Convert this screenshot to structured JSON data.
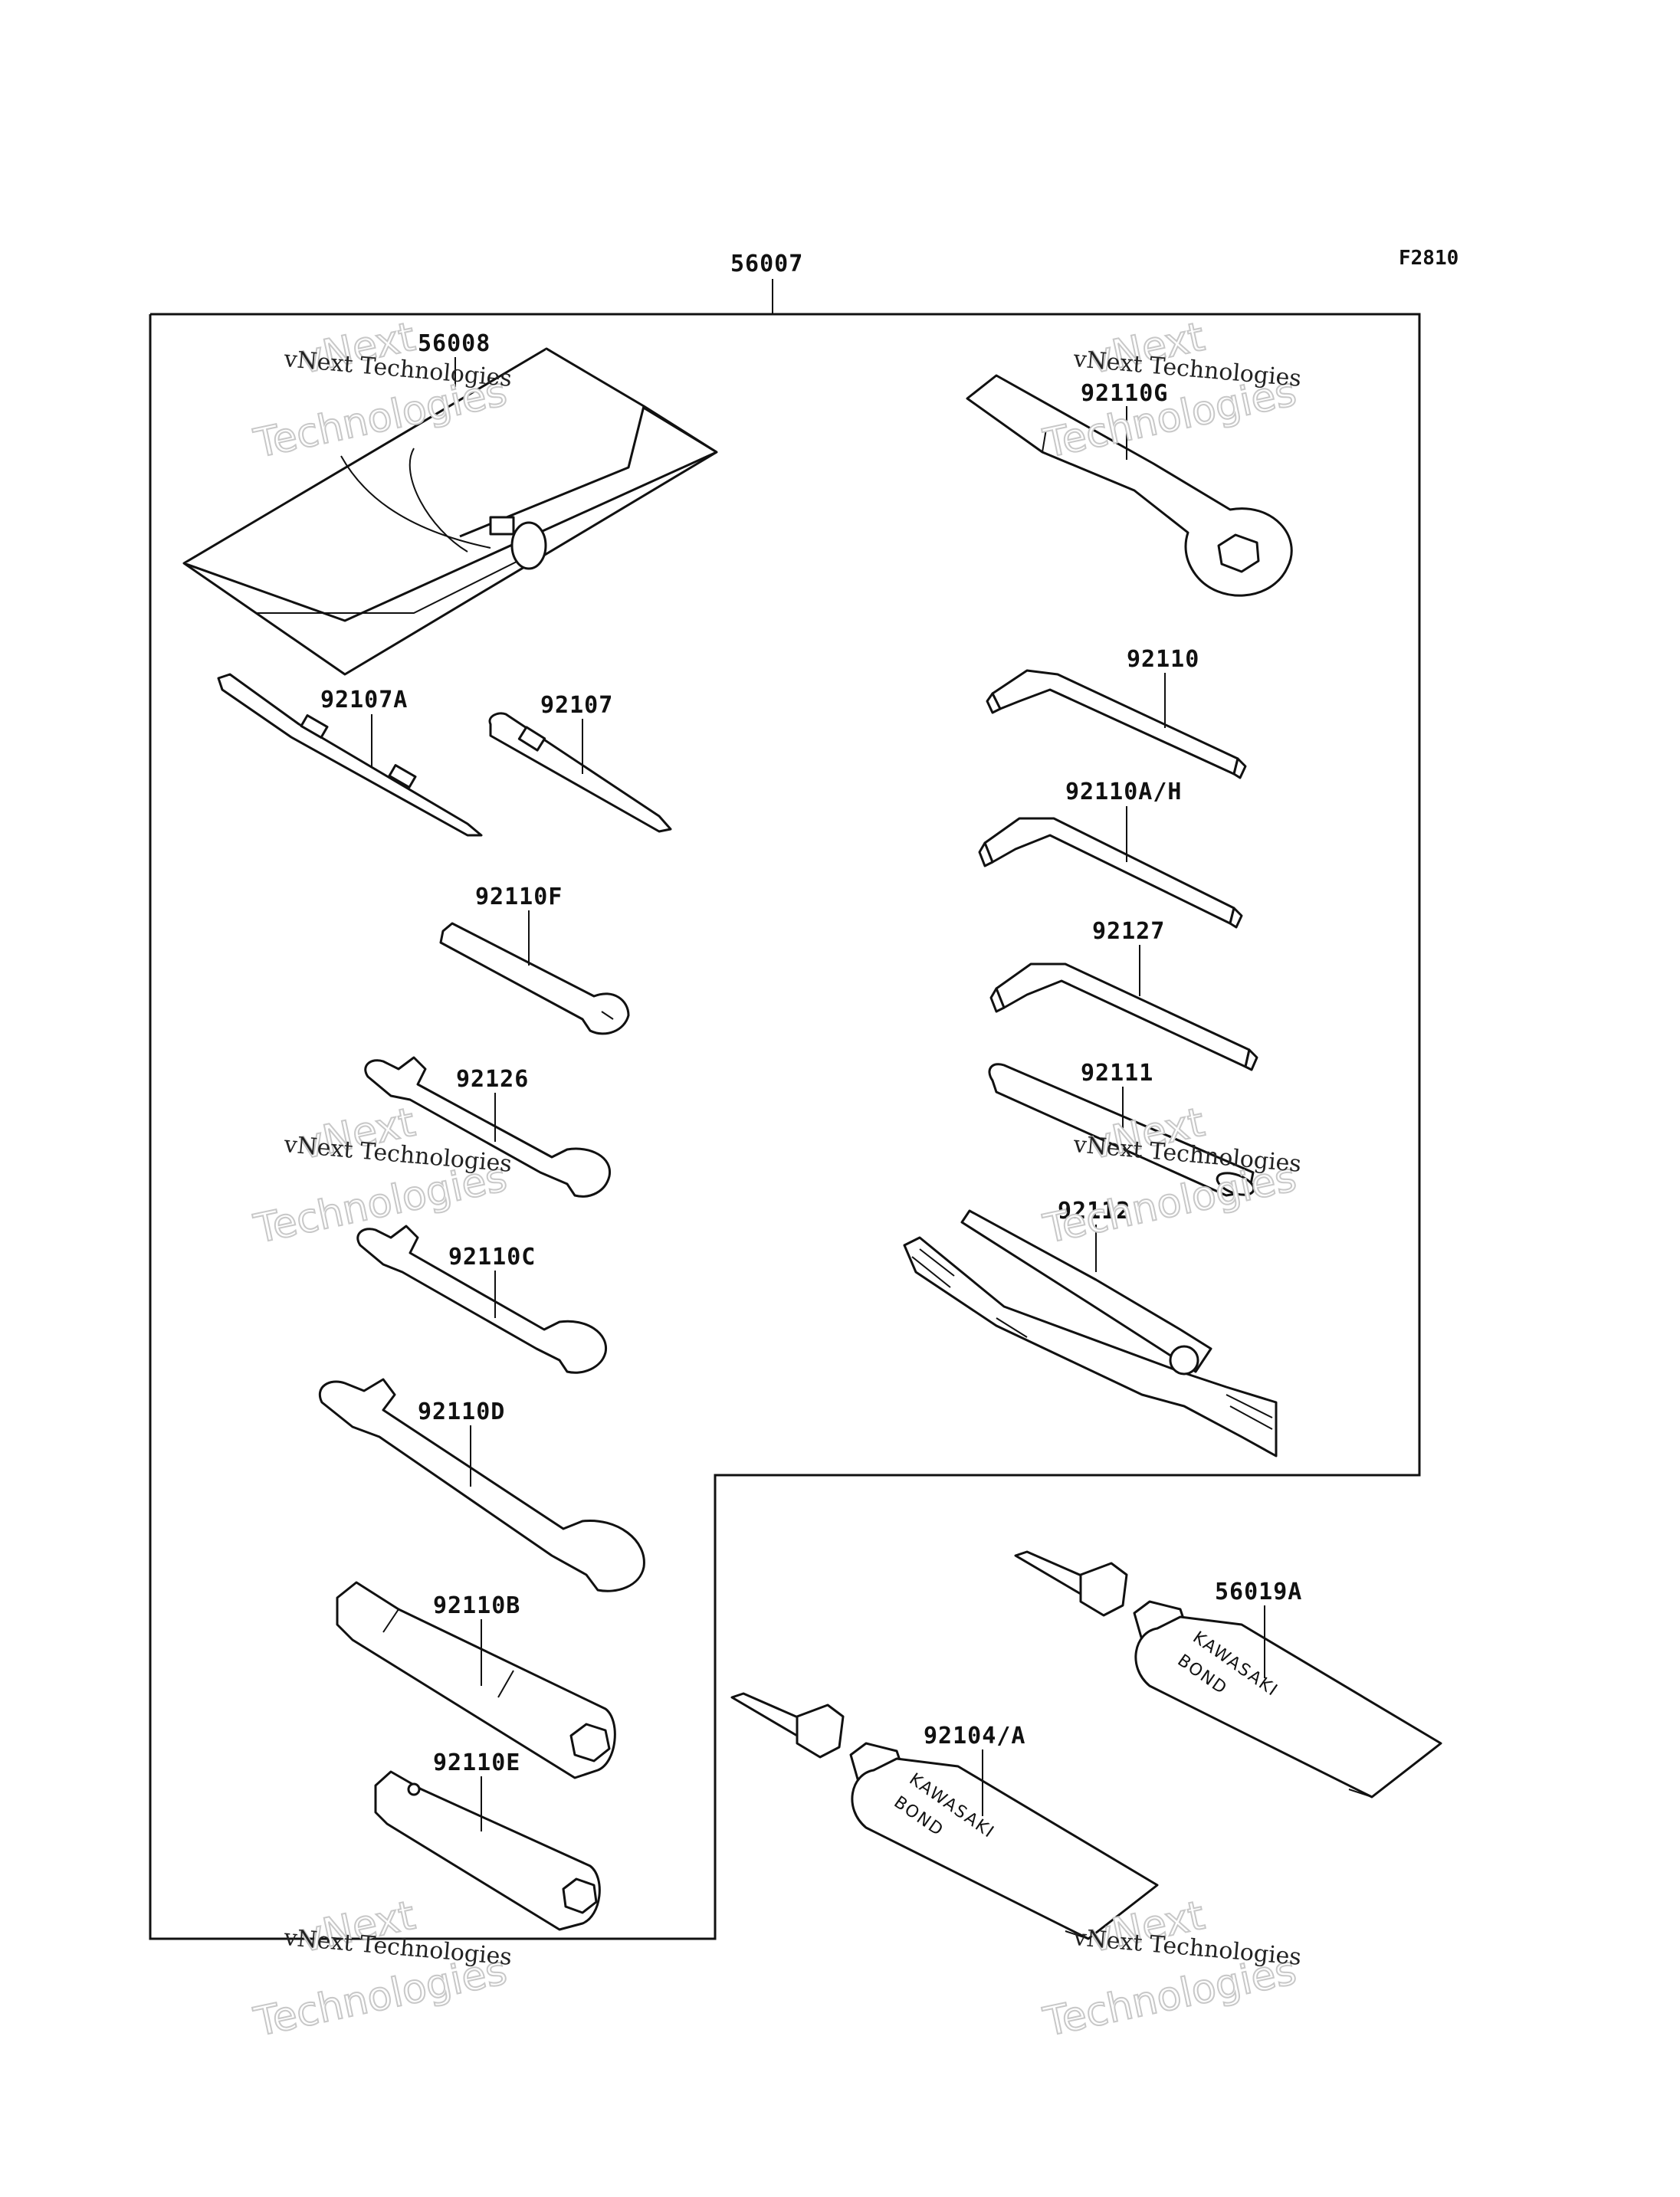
{
  "figure_code": "F2810",
  "assembly_label": "56007",
  "parts": {
    "p56008": "56008",
    "p92110G": "92110G",
    "p92107A": "92107A",
    "p92107": "92107",
    "p92110": "92110",
    "p92110AH": "92110A/H",
    "p92110F": "92110F",
    "p92127": "92127",
    "p92126": "92126",
    "p92111": "92111",
    "p92112": "92112",
    "p92110C": "92110C",
    "p92110D": "92110D",
    "p92110B": "92110B",
    "p56019A": "56019A",
    "p92104A": "92104/A",
    "p92110E": "92110E"
  },
  "tube_text": {
    "brand": "KAWASAKI",
    "product": "BOND"
  },
  "watermark": {
    "small": "vNext Technologies",
    "big_top": "vNext",
    "big_bottom": "Technologies"
  }
}
